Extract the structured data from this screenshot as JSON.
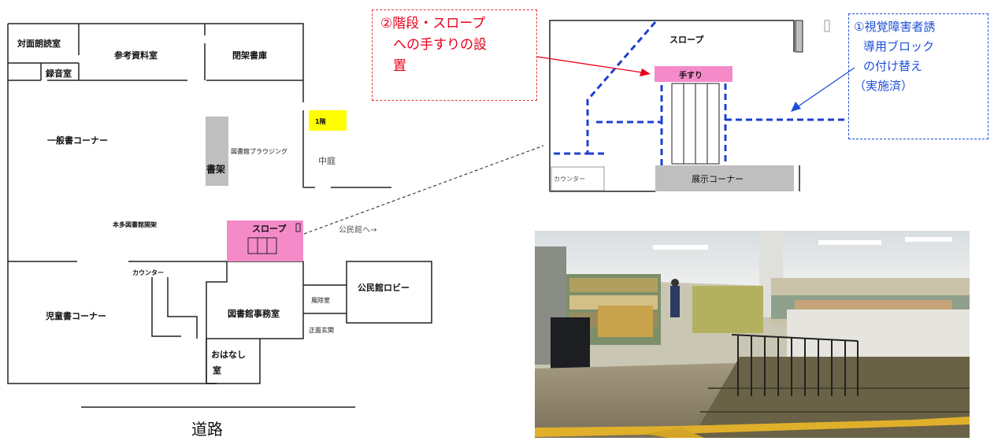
{
  "floorplan": {
    "rooms": {
      "taimen": "対面朗読室",
      "sanko": "参考資料室",
      "heika": "閉架書庫",
      "rokuon": "録音室",
      "ippan": "一般書コーナー",
      "shoka": "書架",
      "browsing": "図書館ブラウジング",
      "floor1": "1階",
      "nakaniwa": "中庭",
      "honda": "本多図書館開架",
      "slope": "スロープ",
      "kominkan_arrow": "公民館へ→",
      "counter": "カウンター",
      "kominkan_lobby": "公民館ロビー",
      "jido": "児童書コーナー",
      "jimu": "図書館事務室",
      "fujo": "風除室",
      "shomen": "正面玄関",
      "ohanashi": "おはなし",
      "ohanashi2": "室"
    },
    "road": "道路"
  },
  "detail": {
    "slope": "スロープ",
    "handrail": "手すり",
    "counter": "カウンター",
    "exhibit": "展示コーナー"
  },
  "callouts": {
    "handrail_note": [
      "②階段・スロープ",
      "への手すりの設",
      "置"
    ],
    "block_note": [
      "①視覚障害者誘",
      "導用ブロック",
      "の付け替え",
      "（実施済）"
    ]
  },
  "colors": {
    "slope_pink": "#f58ac9",
    "floor_yellow": "#ffff00",
    "shelf_gray": "#bfbfbf",
    "note_red": "#e8001c",
    "note_blue": "#1e4fd8"
  }
}
